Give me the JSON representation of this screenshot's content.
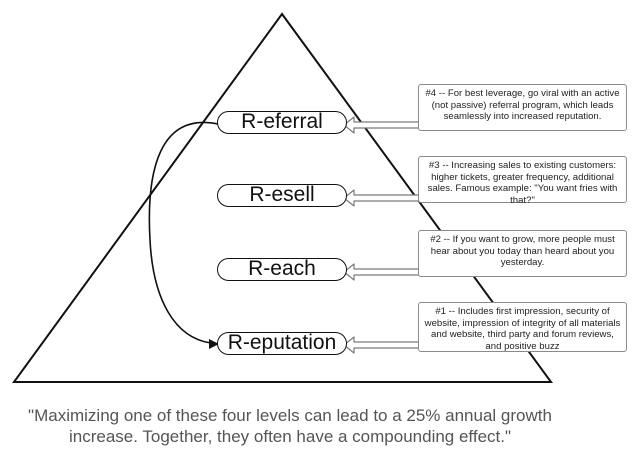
{
  "levels": [
    {
      "label": "R-eferral"
    },
    {
      "label": "R-esell"
    },
    {
      "label": "R-each"
    },
    {
      "label": "R-eputation"
    }
  ],
  "notes": [
    {
      "text": "#4 -- For best leverage, go viral with an active (not passive) referral program, which leads seamlessly into increased reputation."
    },
    {
      "text": "#3 -- Increasing sales to existing customers: higher tickets, greater frequency, additional sales. Famous example: \"You want fries with that?\""
    },
    {
      "text": "#2 -- If you want to grow, more people must hear about you today than heard about you yesterday."
    },
    {
      "text": "#1 -- Includes first impression, security of website, impression of integrity of all materials and website, third party and forum reviews, and positive buzz"
    }
  ],
  "quote": "\"Maximizing one of these four levels can lead to a 25% annual growth increase. Together, they often have a compounding effect.\"",
  "colors": {
    "outline": "#111111",
    "arrow_outline": "#7a7a7a",
    "note_border": "#8a8a8a",
    "quote_text": "#555555"
  }
}
